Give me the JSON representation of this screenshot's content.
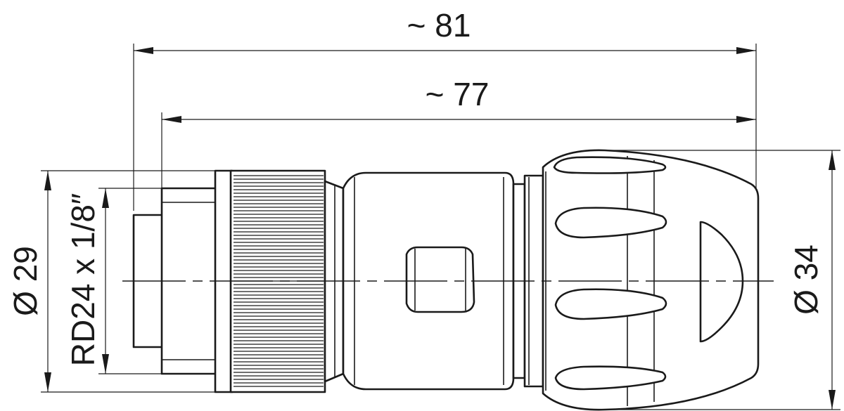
{
  "dimensions": {
    "overall_length": "~ 81",
    "body_length": "~ 77",
    "diameter_left": "Ø 29",
    "thread": "RD24 x 1/8″",
    "diameter_right": "Ø 34"
  },
  "colors": {
    "line": "#1a1a1a",
    "background": "#ffffff"
  }
}
